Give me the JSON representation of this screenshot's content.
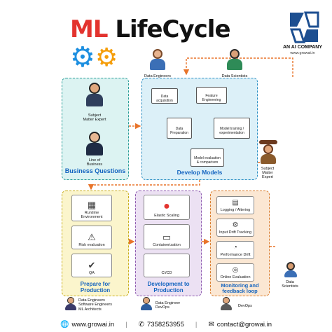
{
  "title": {
    "part1": "ML",
    "part2": "LifeCycle"
  },
  "logo": {
    "tagline": "AN AI COMPANY",
    "url": "www.growai.in"
  },
  "people": {
    "data_engineers": "Data Engineers",
    "data_scientists": "Data Scientists",
    "sme_top": "Subject\nMatter Expert",
    "line_of_business": "Line of\nBusiness",
    "sme_right": "Subject\nMatter\nExpert",
    "data_scientists_right": "Data\nScientists"
  },
  "phases": {
    "business_questions": "Business Questions",
    "develop_models": "Develop Models",
    "prepare_for_production": "Prepare for\nProduction",
    "development_to_production": "Development to\nProduction",
    "monitoring": "Monitoring and\nfeedback loop"
  },
  "develop_nodes": {
    "data_acquisition": "Data\nacquisition",
    "feature_engineering": "Feature\nEngineering",
    "data_preparation": "Data\nPreparation",
    "model_training": "Model training /\nexperimentation",
    "model_evaluation": "Model evaluation\n& comparison"
  },
  "prepare_cards": [
    "Runtime\nEnvironment",
    "Risk evaluation",
    "QA"
  ],
  "deploy_cards": [
    "Elastic Scaling",
    "Containerization",
    "CI/CD"
  ],
  "monitor_cards": [
    "Logging / Altering",
    "Input Drift Tracking",
    "Performance Drift",
    "Online Evaluation"
  ],
  "roles": {
    "prepare": "Data Engineers\nSoftware Engineers\nML Architects",
    "deploy": "Data Engineer\nDevOps",
    "monitor": "DevOps"
  },
  "footer": {
    "website": "www.growai.in",
    "phone": "7358253955",
    "email": "contact@growai.in"
  },
  "colors": {
    "ml_red": "#e3342f",
    "gear_blue": "#1d8fe0",
    "gear_orange": "#f59e0b",
    "label_blue": "#1565c0",
    "arrow_orange": "#e8742a"
  }
}
